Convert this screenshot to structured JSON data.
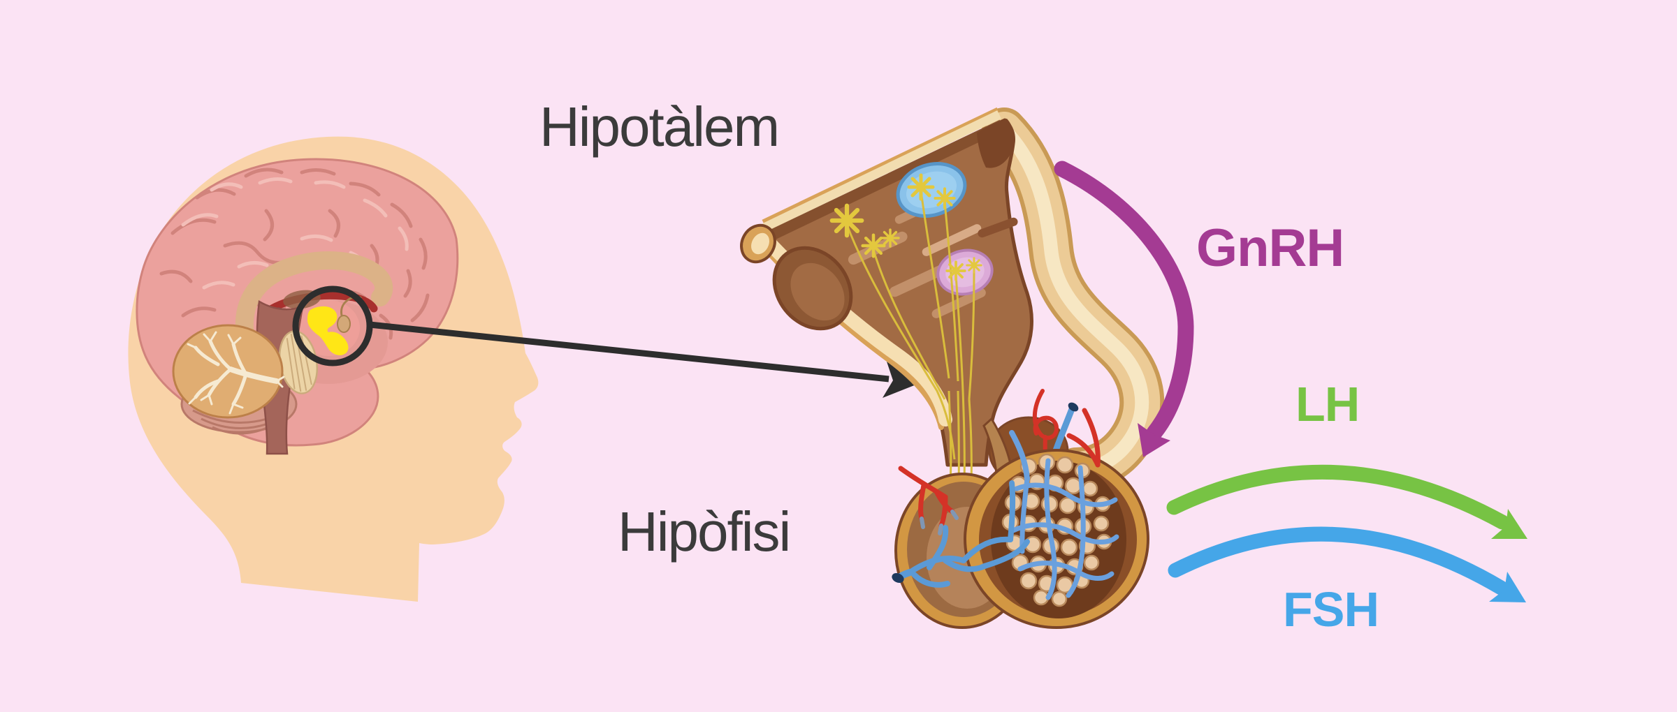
{
  "diagram": {
    "background": "#fbe3f4",
    "labels": {
      "hypothalamus": {
        "text": "Hipotàlem",
        "color": "#3b3b3b"
      },
      "pituitary": {
        "text": "Hipòfisi",
        "color": "#3b3b3b"
      },
      "hormone_gnrh": {
        "text": "GnRH",
        "color": "#a43b93"
      },
      "hormone_lh": {
        "text": "LH",
        "color": "#77c344"
      },
      "hormone_fsh": {
        "text": "FSH",
        "color": "#45a6e8"
      }
    },
    "colors": {
      "gnrh_arrow": "#a43b93",
      "lh_arrow": "#77c344",
      "fsh_arrow": "#45a6e8",
      "connector": "#2d2d2d",
      "skin": "#f9d3a8",
      "brain": "#eba19d",
      "brain_lines": "#d1837c",
      "cerebellum": "#e0ad72",
      "brainstem": "#a4655a",
      "highlight_yellow": "#ffe616",
      "hypothalamus_tissue": "#a26b44",
      "tissue_dark": "#7b4527",
      "tissue_cream": "#f6dfb2",
      "tissue_gold": "#d29743",
      "nucleus_blue": "#8ac2ea",
      "nucleus_pink": "#dcaad8",
      "neuron_yellow": "#e3c83e",
      "artery_red": "#d43227",
      "vein_blue": "#5b9ad6"
    }
  }
}
